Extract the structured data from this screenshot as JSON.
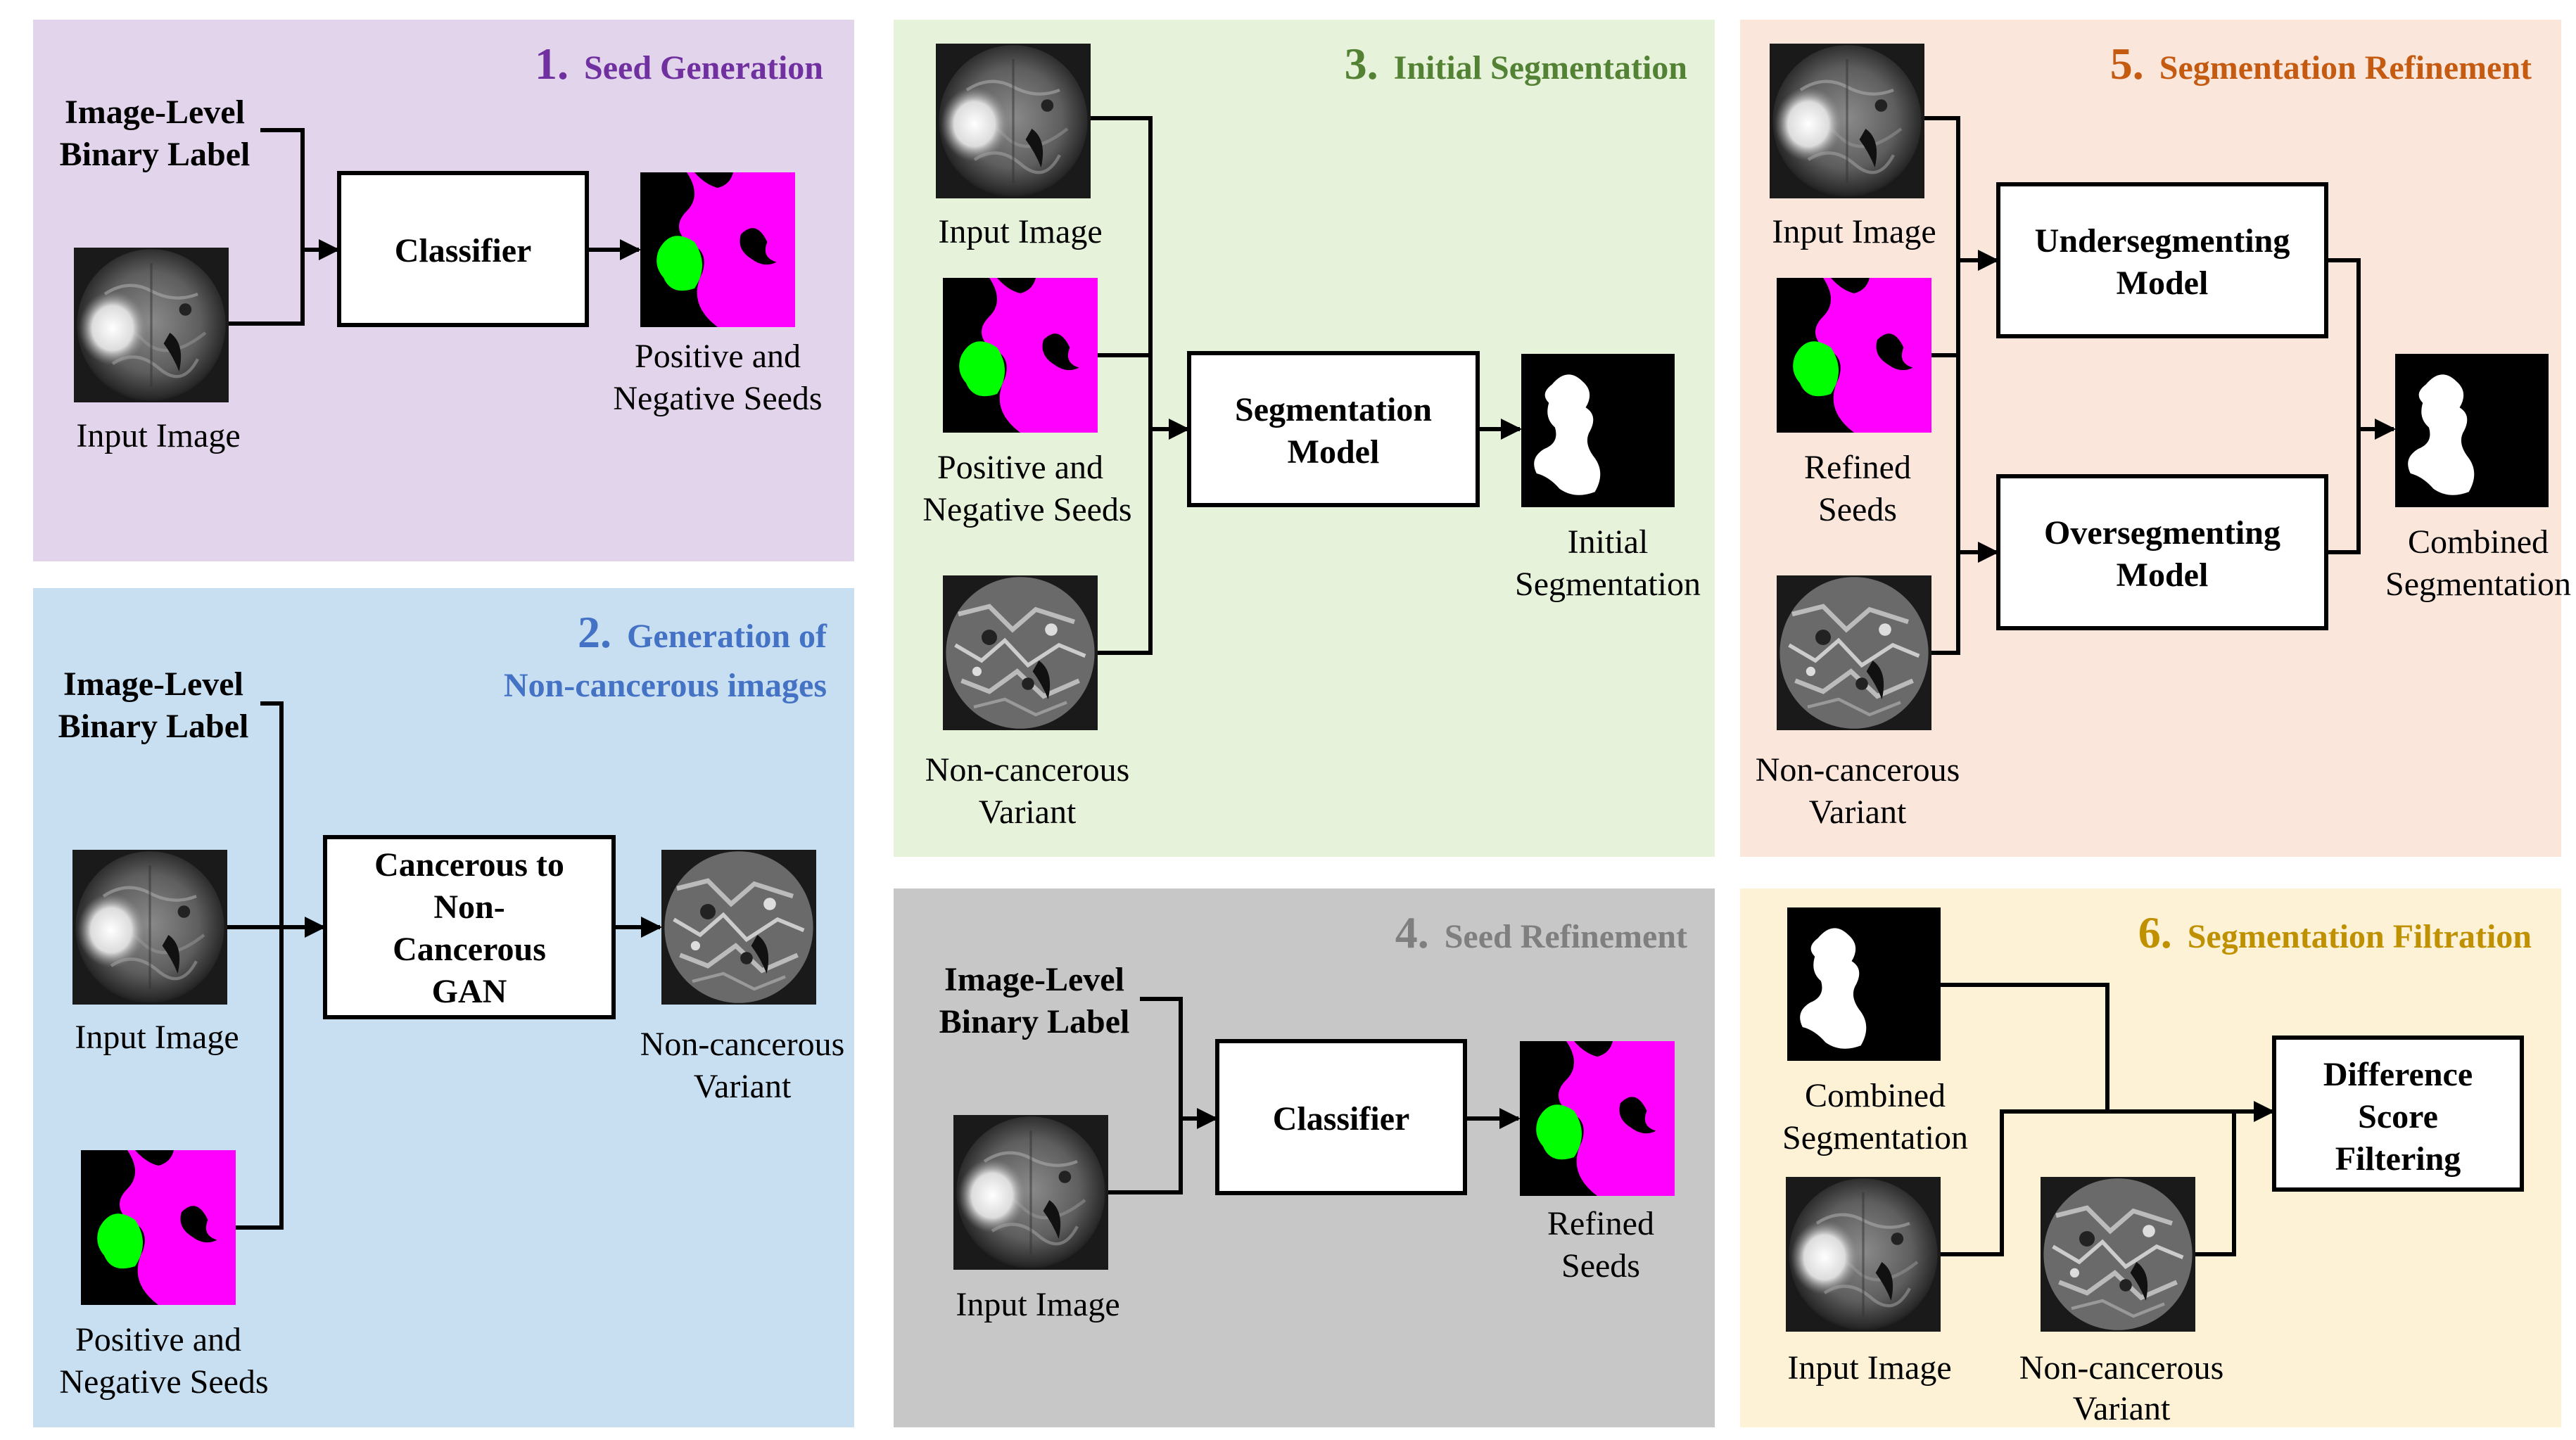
{
  "colors": {
    "panel1": "#e2d4eb",
    "panel2": "#c8dff2",
    "panel3": "#e6f2d9",
    "panel4": "#c7c7c7",
    "panel5": "#fbe6dc",
    "panel6": "#fdf2d6",
    "title1": "#7030a0",
    "title2": "#4472c4",
    "title3": "#548235",
    "title4": "#7f7f7f",
    "title5": "#c55a11",
    "title6": "#bf9000",
    "seed_magenta": "#ff00ff",
    "seed_green": "#00ff00"
  },
  "panel1": {
    "number": "1.",
    "title": "Seed Generation",
    "label_line1": "Image-Level",
    "label_line2": "Binary Label",
    "input_caption": "Input Image",
    "model": "Classifier",
    "output_line1": "Positive and",
    "output_line2": "Negative Seeds"
  },
  "panel2": {
    "number": "2.",
    "title_line1": "Generation of",
    "title_line2": "Non-cancerous images",
    "label_line1": "Image-Level",
    "label_line2": "Binary Label",
    "input_caption": "Input Image",
    "seeds_line1": "Positive and",
    "seeds_line2": "Negative Seeds",
    "model_line1": "Cancerous to",
    "model_line2": "Non-",
    "model_line3": "Cancerous",
    "model_line4": "GAN",
    "output_line1": "Non-cancerous",
    "output_line2": "Variant"
  },
  "panel3": {
    "number": "3.",
    "title": "Initial Segmentation",
    "input_caption": "Input Image",
    "seeds_line1": "Positive and",
    "seeds_line2": "Negative Seeds",
    "variant_line1": "Non-cancerous",
    "variant_line2": "Variant",
    "model_line1": "Segmentation",
    "model_line2": "Model",
    "output_line1": "Initial",
    "output_line2": "Segmentation"
  },
  "panel4": {
    "number": "4.",
    "title": "Seed Refinement",
    "label_line1": "Image-Level",
    "label_line2": "Binary Label",
    "input_caption": "Input Image",
    "model": "Classifier",
    "output_line1": "Refined",
    "output_line2": "Seeds"
  },
  "panel5": {
    "number": "5.",
    "title": "Segmentation Refinement",
    "input_caption": "Input Image",
    "seeds_line1": "Refined",
    "seeds_line2": "Seeds",
    "variant_line1": "Non-cancerous",
    "variant_line2": "Variant",
    "model1_line1": "Undersegmenting",
    "model1_line2": "Model",
    "model2_line1": "Oversegmenting",
    "model2_line2": "Model",
    "output_line1": "Combined",
    "output_line2": "Segmentation"
  },
  "panel6": {
    "number": "6.",
    "title": "Segmentation Filtration",
    "seg_line1": "Combined",
    "seg_line2": "Segmentation",
    "input_caption": "Input Image",
    "variant_line1": "Non-cancerous",
    "variant_line2": "Variant",
    "model_line1": "Difference",
    "model_line2": "Score",
    "model_line3": "Filtering"
  }
}
